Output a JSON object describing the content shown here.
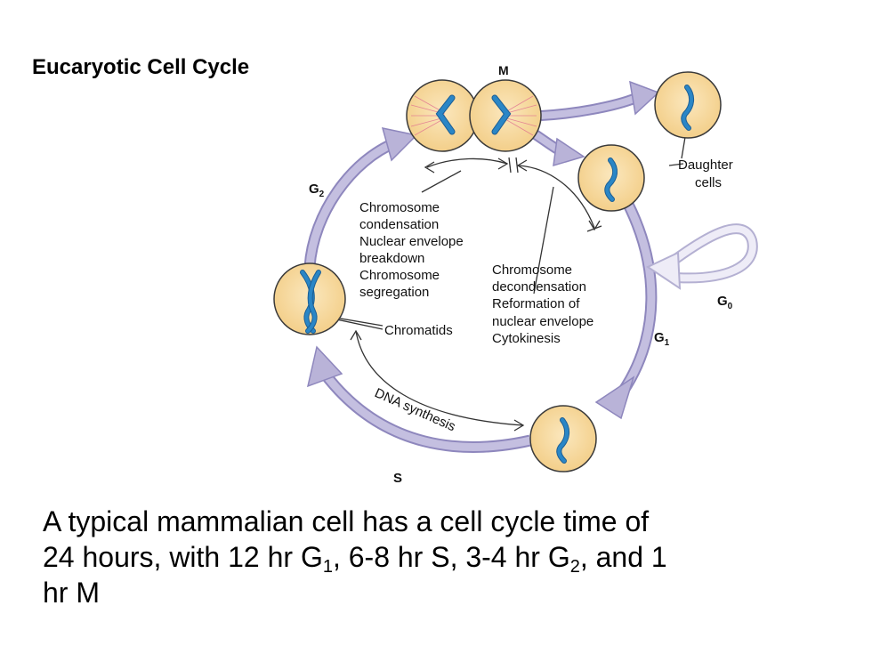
{
  "title": "Eucaryotic Cell Cycle",
  "phases": {
    "m": "M",
    "g2": "G",
    "g2_sub": "2",
    "g1": "G",
    "g1_sub": "1",
    "g0": "G",
    "g0_sub": "0",
    "s": "S"
  },
  "labels": {
    "daughter_1": "Daughter",
    "daughter_2": "cells",
    "mitosis_events": [
      "Chromosome",
      "condensation",
      "Nuclear envelope",
      "breakdown",
      "Chromosome",
      "segregation"
    ],
    "exit_events": [
      "Chromosome",
      "decondensation",
      "Reformation of",
      "nuclear envelope",
      "Cytokinesis"
    ],
    "chromatids": "Chromatids",
    "dna_synthesis": "DNA synthesis"
  },
  "caption": {
    "line1_a": "A typical mammalian cell has a cell cycle time of",
    "line2_a": "24 hours, with 12 hr G",
    "sub1": "1",
    "line2_b": ", 6-8 hr S, 3-4 hr G",
    "sub2": "2",
    "line2_c": ", and 1",
    "line3": "hr M"
  },
  "colors": {
    "arrow": "#b9b3d8",
    "arrow_stroke": "#8e87bd",
    "cell_fill": "#f7dba0",
    "cell_stroke": "#3a3a3a",
    "chromosome": "#2a86c6",
    "spindle": "#e07090"
  }
}
